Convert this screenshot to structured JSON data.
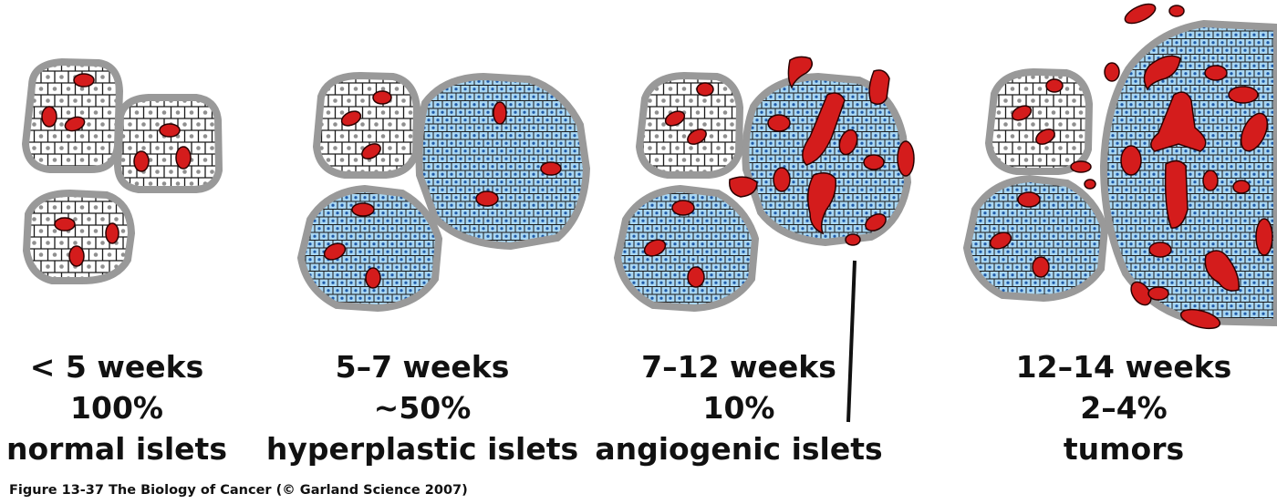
{
  "figure": {
    "stages": [
      {
        "weeks": "< 5 weeks",
        "percent": "100%",
        "kind": "normal islets"
      },
      {
        "weeks": "5–7 weeks",
        "percent": "~50%",
        "kind": "hyperplastic islets"
      },
      {
        "weeks": "7–12 weeks",
        "percent": "10%",
        "kind": "angiogenic islets"
      },
      {
        "weeks": "12–14 weeks",
        "percent": "2–4%",
        "kind": "tumors"
      }
    ],
    "caption": "Figure 13-37  The Biology of Cancer (© Garland Science 2007)"
  },
  "colors": {
    "capsule": "#999999",
    "normal_cell": "#ffffff",
    "hyperplastic_cell": "#a9d7f3",
    "blood_vessel": "#d41c1c",
    "cell_outline": "#1a1a1a",
    "nucleus_normal": "#8f8f8f",
    "nucleus_blue": "#1e5aa8",
    "text": "#111111"
  }
}
